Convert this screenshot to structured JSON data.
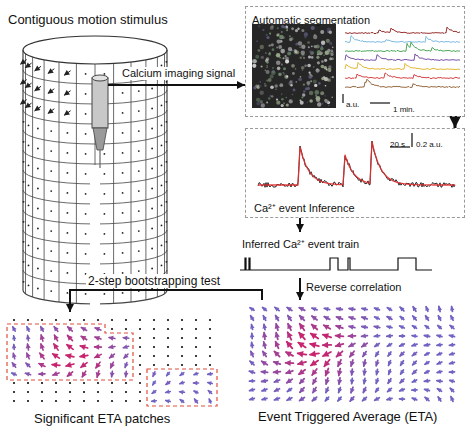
{
  "diagram": {
    "nodes": [
      {
        "text": [
          "Contiguous motion stimulus"
        ]
      },
      {
        "text": [
          "Automatic segmentation",
          "a.u.",
          "1 min."
        ]
      },
      {
        "text": [
          "Ca²⁺ event Inference",
          "20 s",
          "0.2 a.u."
        ]
      },
      {
        "text": [
          "Inferred Ca²⁺ event train"
        ]
      },
      {
        "text": [
          "Event Triggered Average (ETA)"
        ]
      },
      {
        "text": [
          "Significant ETA patches"
        ]
      }
    ],
    "edges": [
      {
        "from": 0,
        "to": 1,
        "label": "Calcium imaging signal",
        "arrow": "to"
      },
      {
        "from": 1,
        "to": 2,
        "arrow": "to"
      },
      {
        "from": 2,
        "to": 3,
        "arrow": "to"
      },
      {
        "from": 3,
        "to": 4,
        "label": "Reverse correlation",
        "arrow": "to"
      },
      {
        "from": 4,
        "to": 5,
        "label": "2-step bootstrapping test",
        "arrow": "to"
      }
    ]
  }
}
